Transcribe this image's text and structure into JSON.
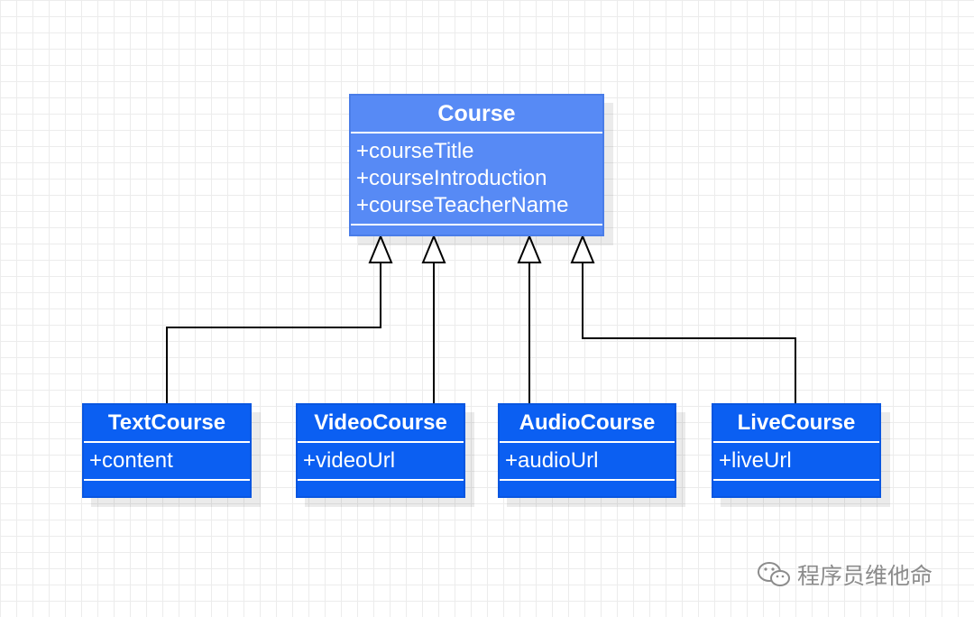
{
  "parent_class": {
    "name": "Course",
    "attributes": [
      "+courseTitle",
      "+courseIntroduction",
      "+courseTeacherName"
    ]
  },
  "child_classes": [
    {
      "name": "TextCourse",
      "attributes": [
        "+content"
      ]
    },
    {
      "name": "VideoCourse",
      "attributes": [
        "+videoUrl"
      ]
    },
    {
      "name": "AudioCourse",
      "attributes": [
        "+audioUrl"
      ]
    },
    {
      "name": "LiveCourse",
      "attributes": [
        "+liveUrl"
      ]
    }
  ],
  "relationships": [
    {
      "from": "TextCourse",
      "to": "Course",
      "type": "inheritance"
    },
    {
      "from": "VideoCourse",
      "to": "Course",
      "type": "inheritance"
    },
    {
      "from": "AudioCourse",
      "to": "Course",
      "type": "inheritance"
    },
    {
      "from": "LiveCourse",
      "to": "Course",
      "type": "inheritance"
    }
  ],
  "watermark": {
    "text": "程序员维他命",
    "icon": "wechat-icon"
  }
}
